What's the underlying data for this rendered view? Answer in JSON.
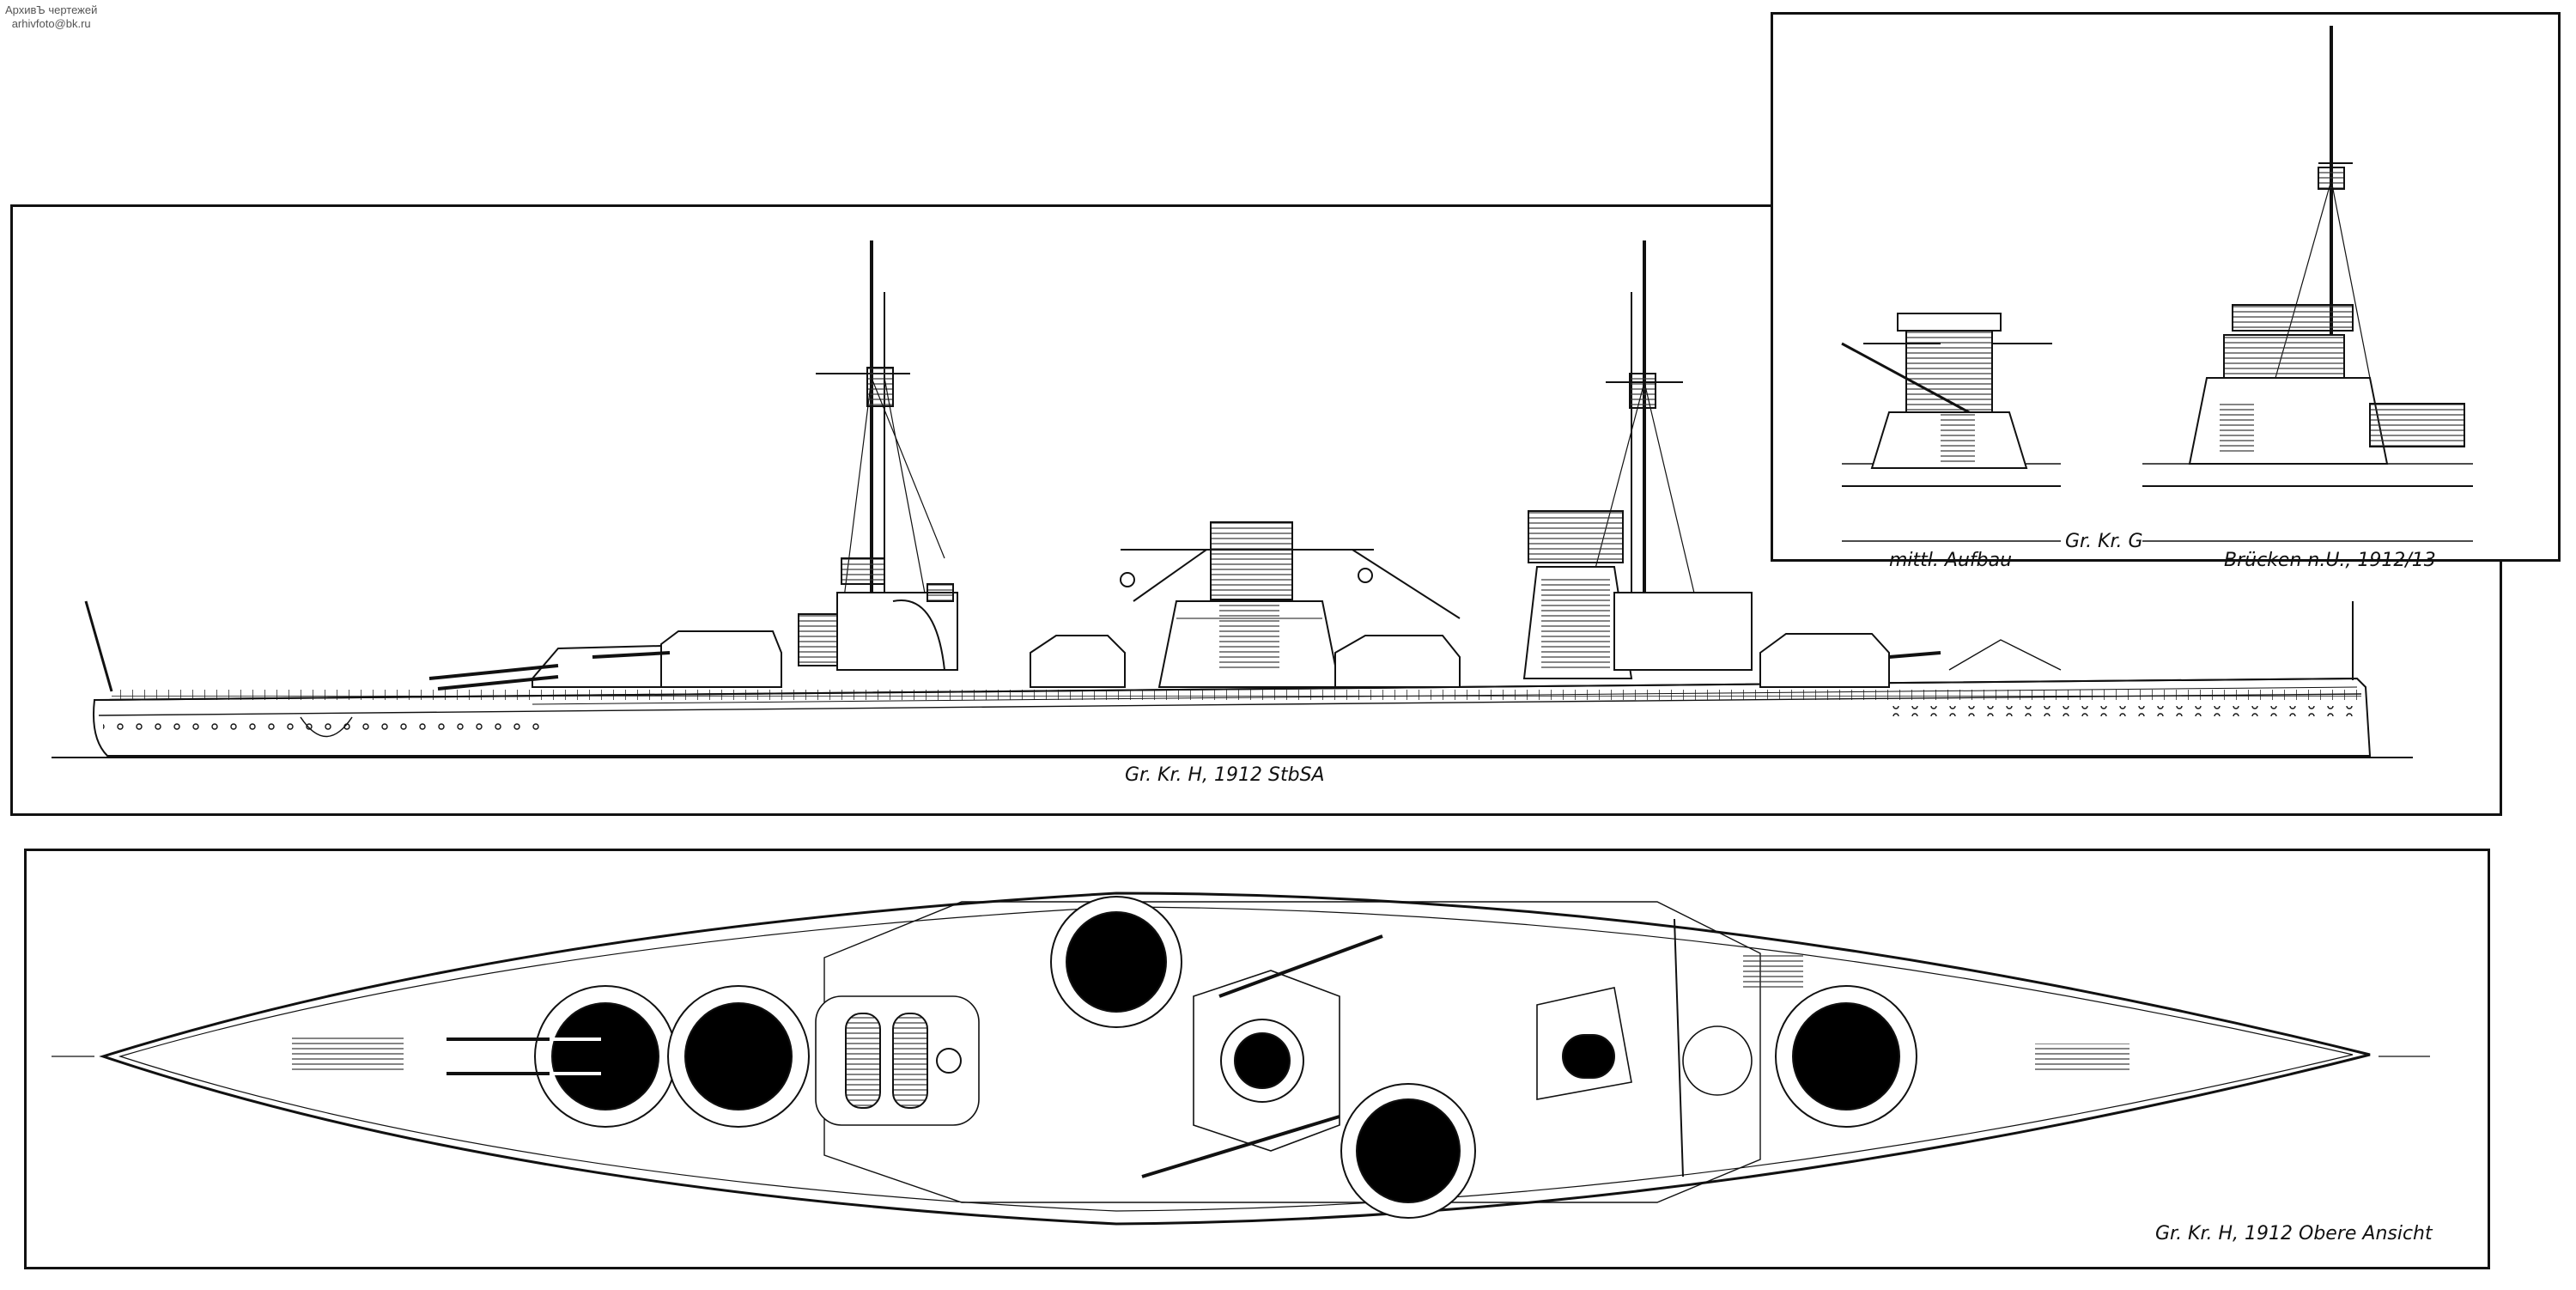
{
  "watermark": {
    "line1": "АрхивЪ чертежей",
    "line2": "arhivfoto@bk.ru"
  },
  "side_view": {
    "caption": "Gr. Kr. H, 1912 StbSA"
  },
  "inset": {
    "caption_left": "mittl. Aufbau",
    "caption_center": "Gr. Kr. G",
    "caption_right": "Brücken n.U., 1912/13"
  },
  "top_view": {
    "caption": "Gr. Kr. H, 1912 Obere Ansicht"
  }
}
